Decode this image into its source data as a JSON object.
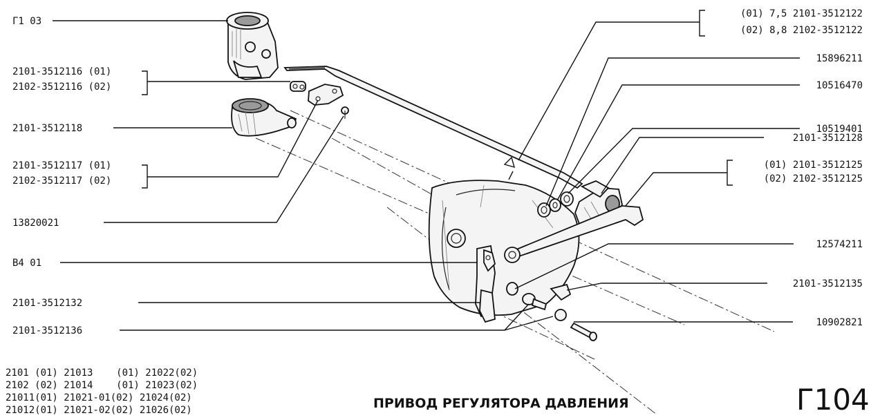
{
  "labels_left": {
    "g103": "Г1 03",
    "r_3512116_01": "2101-3512116 (01)",
    "r_3512116_02": "2102-3512116 (02)",
    "r_3512118": "2101-3512118",
    "r_3512117_01": "2101-3512117 (01)",
    "r_3512117_02": "2102-3512117 (02)",
    "r_13820021": "13820021",
    "b401": "В4 01",
    "r_3512132": "2101-3512132",
    "r_3512136": "2101-3512136"
  },
  "labels_right": {
    "r_3512122_01": "(01) 7,5 2101-3512122",
    "r_3512122_02": "(02) 8,8 2102-3512122",
    "r_15896211": "15896211",
    "r_10516470": "10516470",
    "r_10519401": "10519401",
    "r_3512128": "2101-3512128",
    "r_3512125_01": "(01) 2101-3512125",
    "r_3512125_02": "(02) 2102-3512125",
    "r_12574211": "12574211",
    "r_3512135": "2101-3512135",
    "r_10902821": "10902821"
  },
  "models": [
    "2101 (01) 21013    (01) 21022(02)",
    "2102 (02) 21014    (01) 21023(02)",
    "21011(01) 21021-01(02) 21024(02)",
    "21012(01) 21021-02(02) 21026(02)"
  ],
  "title": "ПРИВОД РЕГУЛЯТОРА ДАВЛЕНИЯ",
  "page_code": "Г104"
}
